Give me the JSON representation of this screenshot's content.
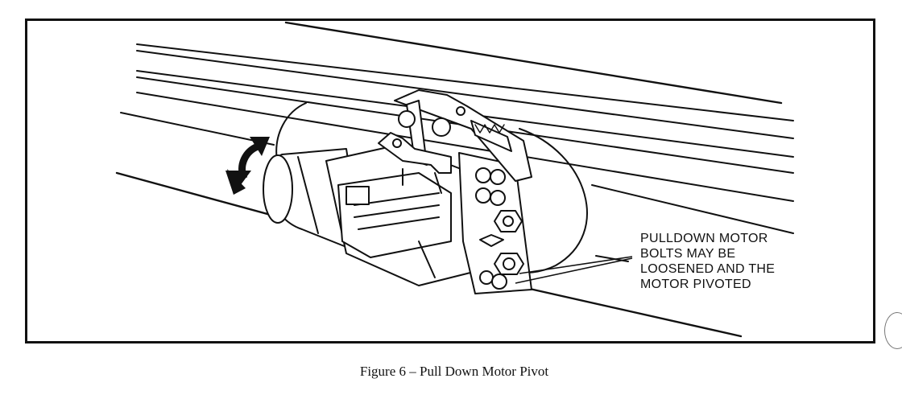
{
  "figure": {
    "callout_lines": [
      "PULLDOWN MOTOR",
      "BOLTS MAY BE",
      "LOOSENED AND THE",
      "MOTOR PIVOTED"
    ],
    "caption": "Figure 6 – Pull Down Motor Pivot"
  },
  "colors": {
    "ink": "#111111",
    "paper": "#ffffff"
  }
}
